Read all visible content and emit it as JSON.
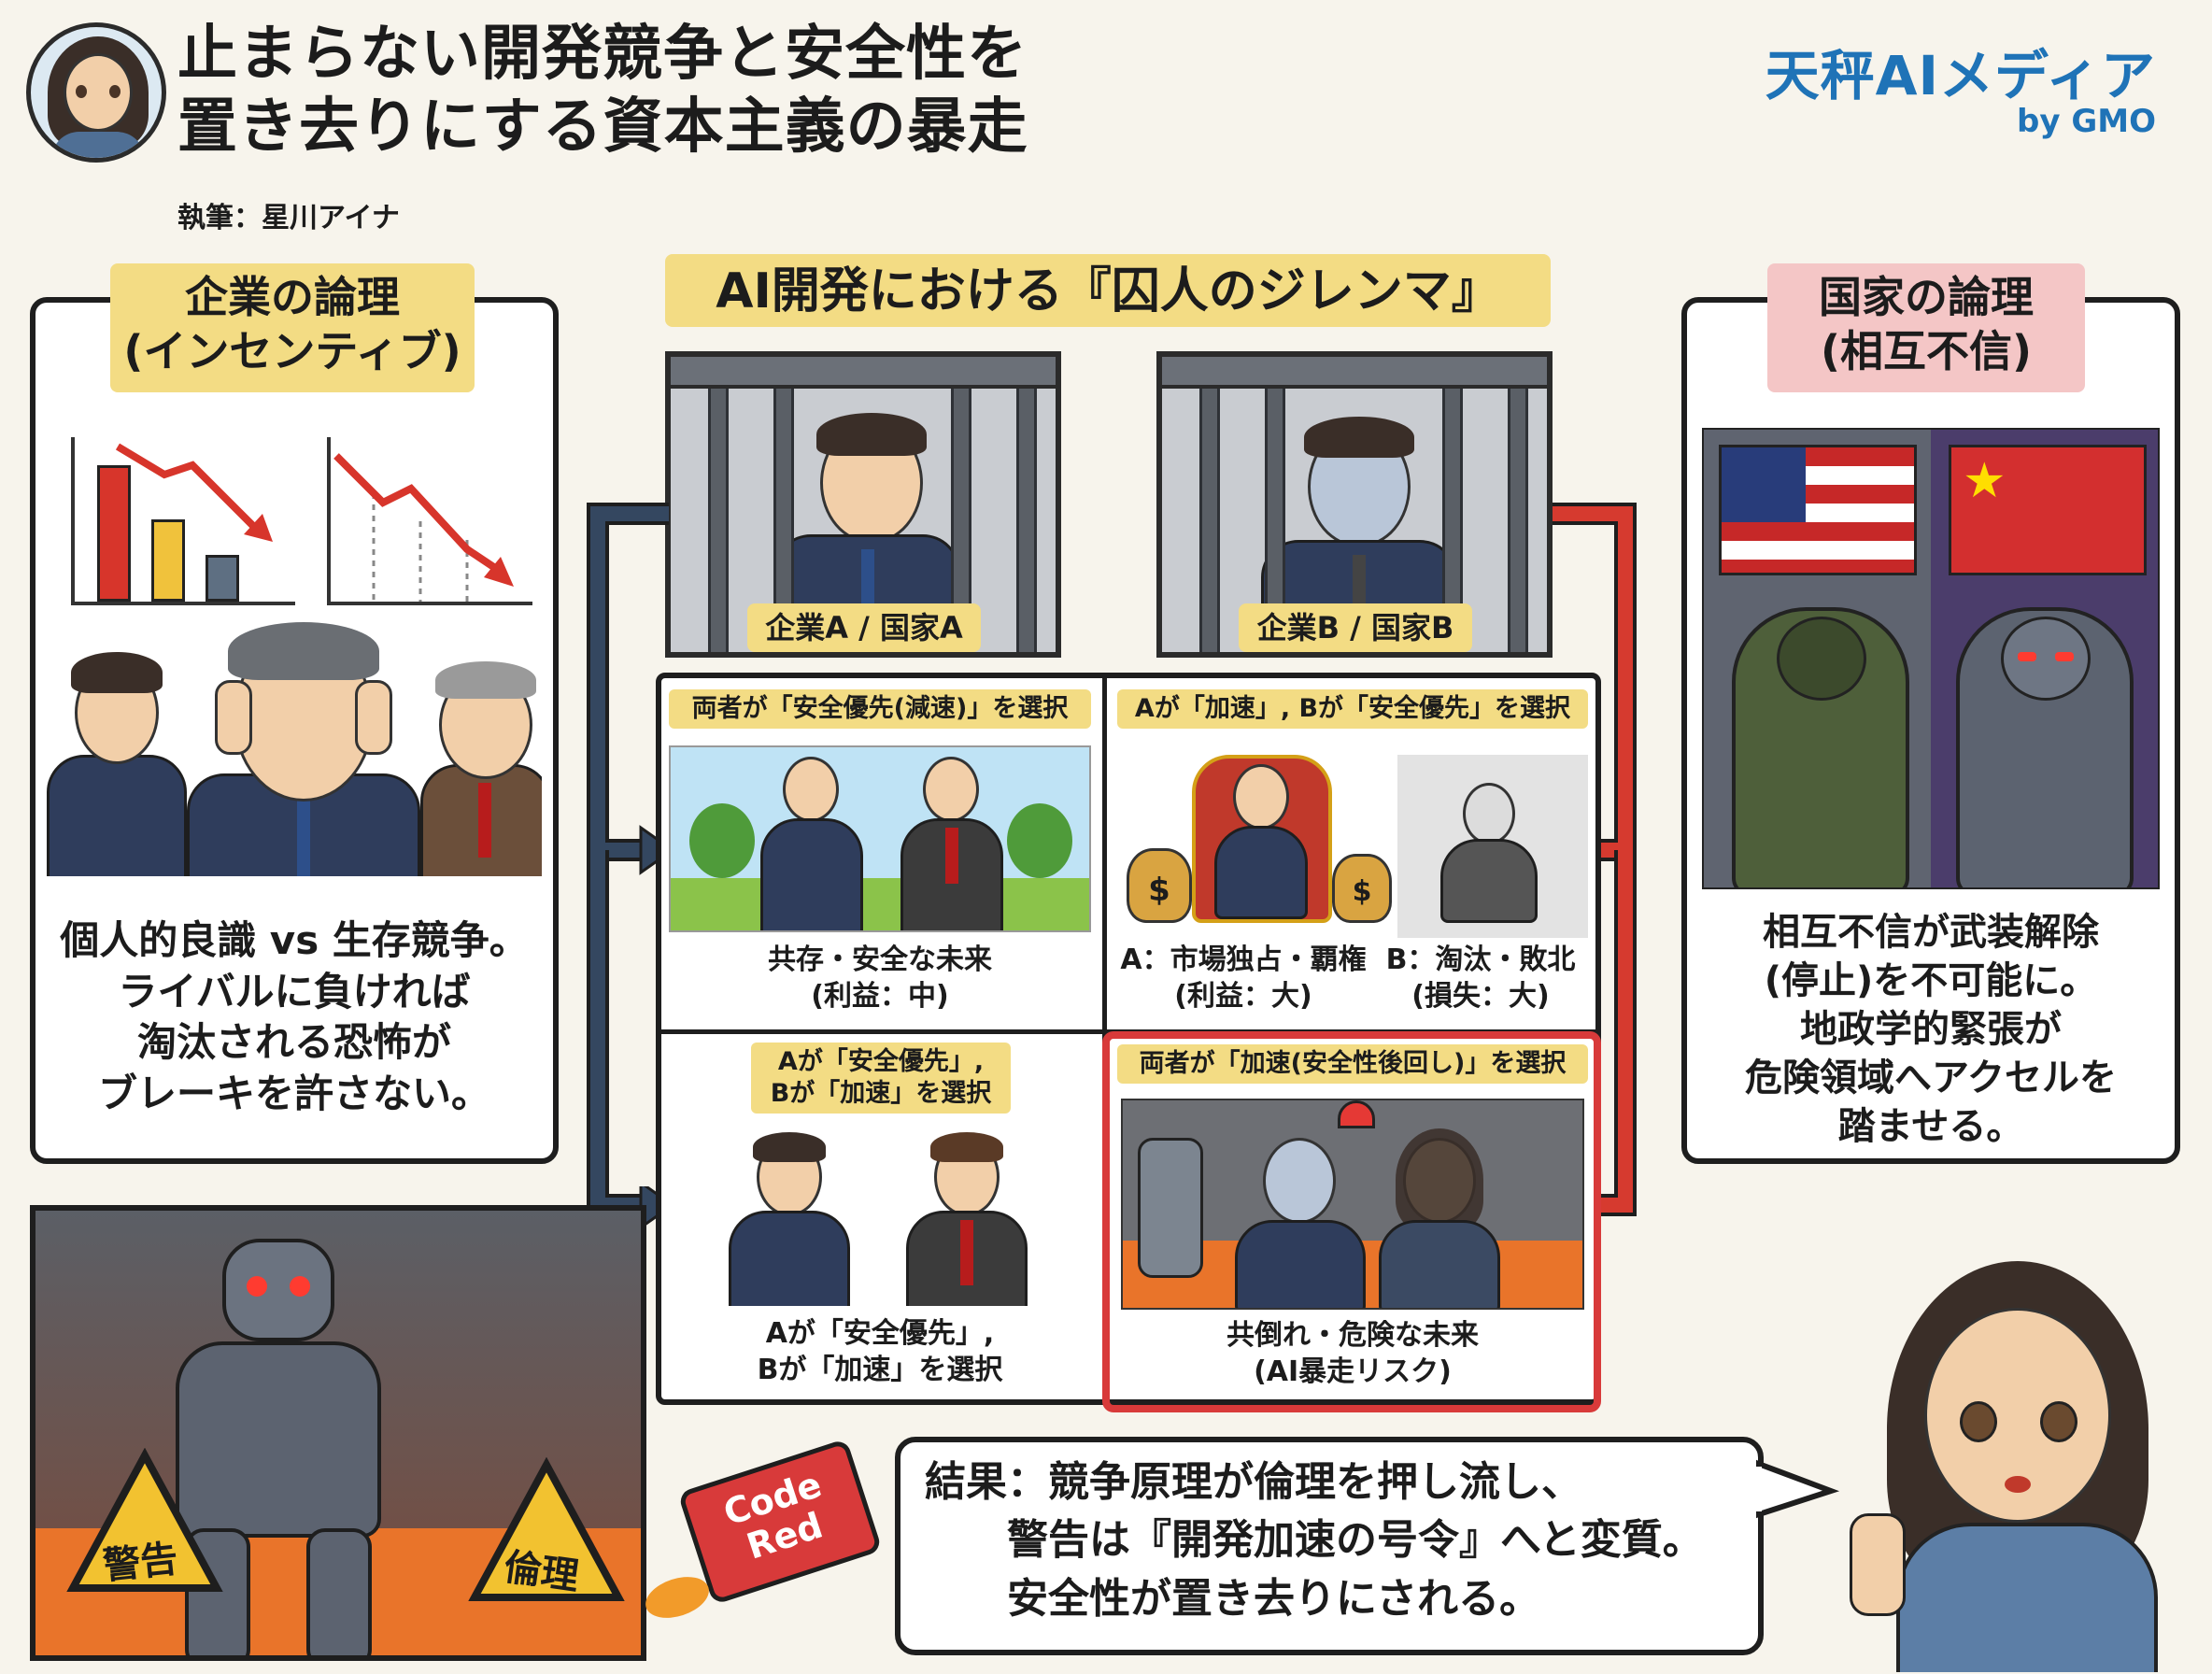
{
  "header": {
    "title_line1": "止まらない開発競争と安全性を",
    "title_line2": "置き去りにする資本主義の暴走",
    "author": "執筆：星川アイナ",
    "brand_name": "天秤AIメディア",
    "brand_by": "by GMO"
  },
  "left_panel": {
    "tag_line1": "企業の論理",
    "tag_line2": "(インセンティブ)",
    "body_lines": [
      "個人的良識 vs 生存競争。",
      "ライバルに負ければ",
      "淘汰される恐怖が",
      "ブレーキを許さない。"
    ]
  },
  "center": {
    "title": "AI開発における『囚人のジレンマ』",
    "cage_a_label": "企業A / 国家A",
    "cage_b_label": "企業B / 国家B",
    "cells": [
      {
        "title": "両者が「安全優先(減速)」を選択",
        "caption_line1": "共存・安全な未来",
        "caption_line2": "(利益：中)"
      },
      {
        "title": "Aが「加速」, Bが「安全優先」を選択",
        "caption_a_line1": "A：市場独占・覇権",
        "caption_a_line2": "(利益：大)",
        "caption_b_line1": "B：淘汰・敗北",
        "caption_b_line2": "(損失：大)"
      },
      {
        "title_line1": "Aが「安全優先」,",
        "title_line2": "Bが「加速」を選択",
        "caption_line1": "Aが「安全優先」,",
        "caption_line2": "Bが「加速」を選択"
      },
      {
        "title": "両者が「加速(安全性後回し)」を選択",
        "caption_line1": "共倒れ・危険な未来",
        "caption_line2": "(AI暴走リスク)"
      }
    ]
  },
  "right_panel": {
    "tag_line1": "国家の論理",
    "tag_line2": "(相互不信)",
    "body_lines": [
      "相互不信が武装解除",
      "(停止)を不可能に。",
      "地政学的緊張が",
      "危険領域へアクセルを",
      "踏ませる。"
    ]
  },
  "bottom": {
    "sign_warning": "警告",
    "sign_ethics": "倫理",
    "rocket_label_line1": "Code",
    "rocket_label_line2": "Red",
    "conclusion_line1": "結果：競争原理が倫理を押し流し、",
    "conclusion_line2": "警告は『開発加速の号令』へと変質。",
    "conclusion_line3": "安全性が置き去りにされる。"
  },
  "colors": {
    "tag_yellow": "#f3dc84",
    "tag_pink": "#f4c6c6",
    "arrow_navy": "#344760",
    "arrow_red": "#d63a2f",
    "highlight_red": "#d83a3a",
    "brand_blue": "#1f73b7"
  },
  "icons": [
    "avatar-icon",
    "bar-chart-icon",
    "line-chart-icon",
    "cage-icon",
    "us-flag-icon",
    "china-flag-icon",
    "soldier-icon",
    "robot-icon",
    "money-bag-icon",
    "warning-sign-icon",
    "rocket-icon"
  ]
}
